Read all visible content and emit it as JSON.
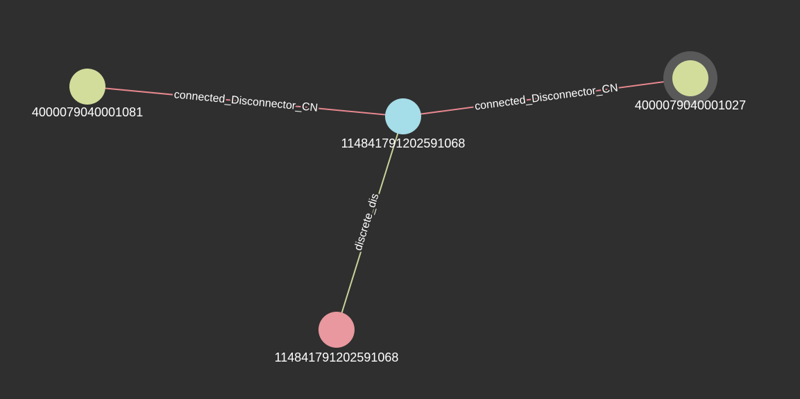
{
  "graph": {
    "nodes": [
      {
        "id": "n_left",
        "label": "4000079040001081",
        "color": "#d2dd9b",
        "selected": false
      },
      {
        "id": "n_center",
        "label": "114841791202591068",
        "color": "#a5dde8",
        "selected": false
      },
      {
        "id": "n_right",
        "label": "4000079040001027",
        "color": "#d2dd9b",
        "selected": true
      },
      {
        "id": "n_bottom",
        "label": "114841791202591068",
        "color": "#e8989e",
        "selected": false
      }
    ],
    "edges": [
      {
        "id": "e_left",
        "label": "connected_Disconnector_CN",
        "color": "#e8888f"
      },
      {
        "id": "e_right",
        "label": "connected_Disconnector_CN",
        "color": "#e8888f"
      },
      {
        "id": "e_bottom",
        "label": "discrete_dis",
        "color": "#c9d49a"
      }
    ],
    "selection_halo_color": "#595959"
  }
}
